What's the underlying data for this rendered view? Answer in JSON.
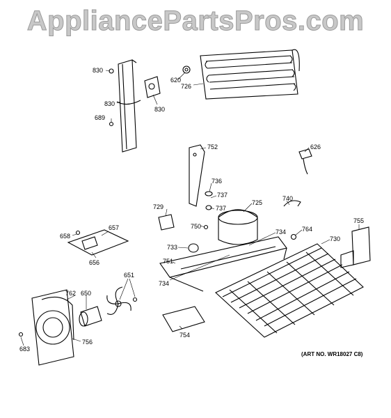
{
  "watermark": "AppliancePartsPros.com",
  "art_number": "(ART NO. WR18027 C8)",
  "labels": {
    "l830a": "830",
    "l830b": "830",
    "l830c": "830",
    "l689": "689",
    "l620": "620",
    "l726": "726",
    "l752": "752",
    "l626": "626",
    "l736": "736",
    "l737a": "737",
    "l737b": "737",
    "l729": "729",
    "l725": "725",
    "l740": "740",
    "l755": "755",
    "l658": "658",
    "l657": "657",
    "l656": "656",
    "l750": "750",
    "l734a": "734",
    "l764": "764",
    "l730": "730",
    "l733": "733",
    "l751": "751",
    "l734b": "734",
    "l651": "651",
    "l762": "762",
    "l650": "650",
    "l683": "683",
    "l756": "756",
    "l754": "754"
  }
}
